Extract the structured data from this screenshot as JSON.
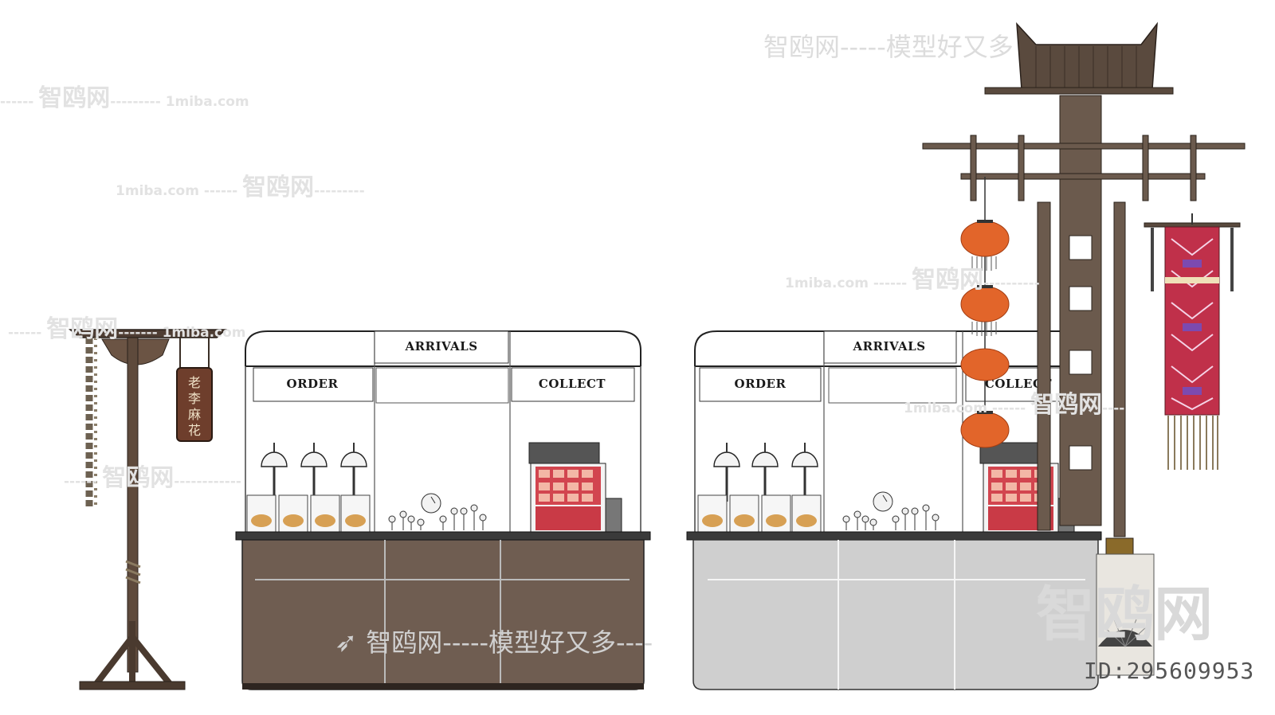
{
  "counters": [
    {
      "id": "left",
      "variant": "wood",
      "signs": {
        "order": "ORDER",
        "arrivals": "ARRIVALS",
        "collect": "COLLECT"
      }
    },
    {
      "id": "right",
      "variant": "grey",
      "signs": {
        "order": "ORDER",
        "arrivals": "ARRIVALS",
        "collect": "COLLECT"
      }
    }
  ],
  "shop_sign": {
    "text": "老李麻花"
  },
  "colors": {
    "wood_dark": "#5a4b40",
    "wood_panel": "#6f5d51",
    "counter_grey": "#cfcfcf",
    "lantern": "#e2652a",
    "pole_wood": "#6b5a4d",
    "banner_red": "#c0304a"
  },
  "watermarks": {
    "brand_cn": "智鸥网",
    "slogan": "智鸥网-----模型好又多----",
    "slogan_top": "智鸥网-----模型好又多",
    "site": "1miba.com",
    "id_text": "ID:295609953"
  }
}
